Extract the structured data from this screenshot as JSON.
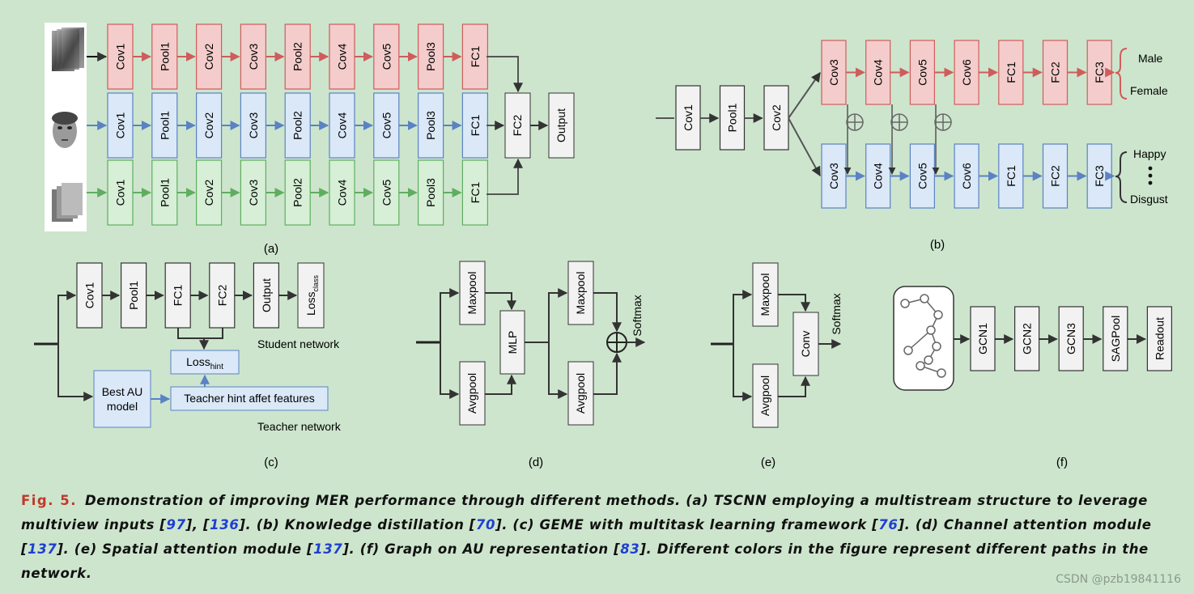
{
  "colors": {
    "red": "#f4cccc",
    "red_line": "#cf5c5c",
    "blue": "#dae8f8",
    "blue_line": "#5b82c4",
    "green": "#d6efd6",
    "green_line": "#5fae5f",
    "gray": "#f2f2f2",
    "dark": "#333333"
  },
  "panels": {
    "a": {
      "label": "(a)",
      "red_row": [
        "Cov1",
        "Pool1",
        "Cov2",
        "Cov3",
        "Pool2",
        "Cov4",
        "Cov5",
        "Pool3",
        "FC1"
      ],
      "blue_row": [
        "Cov1",
        "Pool1",
        "Cov2",
        "Cov3",
        "Pool2",
        "Cov4",
        "Cov5",
        "Pool3",
        "FC1"
      ],
      "green_row": [
        "Cov1",
        "Pool1",
        "Cov2",
        "Cov3",
        "Pool2",
        "Cov4",
        "Cov5",
        "Pool3",
        "FC1"
      ],
      "merge": "FC2",
      "output": "Output"
    },
    "b": {
      "label": "(b)",
      "shared": [
        "Cov1",
        "Pool1",
        "Cov2"
      ],
      "red_row": [
        "Cov3",
        "Cov4",
        "Cov5",
        "Cov6",
        "FC1",
        "FC2",
        "FC3"
      ],
      "blue_row": [
        "Cov3",
        "Cov4",
        "Cov5",
        "Cov6",
        "FC1",
        "FC2",
        "FC3"
      ],
      "gender_top": "Male",
      "gender_bottom": "Female",
      "emotion_top": "Happy",
      "emotion_bottom": "Disgust"
    },
    "c": {
      "label": "(c)",
      "row": [
        "Cov1",
        "Pool1",
        "FC1",
        "FC2",
        "Output"
      ],
      "loss_class": "Loss",
      "loss_class_sub": "class",
      "loss_hint": "Loss",
      "loss_hint_sub": "hint",
      "best_au_line1": "Best AU",
      "best_au_line2": "model",
      "teacher_features": "Teacher hint affet features",
      "student_network": "Student network",
      "teacher_network": "Teacher network"
    },
    "d": {
      "label": "(d)",
      "maxpool": "Maxpool",
      "avgpool": "Avgpool",
      "mlp": "MLP",
      "maxpool2": "Maxpool",
      "avgpool2": "Avgpool",
      "softmax": "Softmax"
    },
    "e": {
      "label": "(e)",
      "maxpool": "Maxpool",
      "avgpool": "Avgpool",
      "conv": "Conv",
      "softmax": "Softmax"
    },
    "f": {
      "label": "(f)",
      "row": [
        "GCN1",
        "GCN2",
        "GCN3",
        "SAGPool",
        "Readout"
      ]
    }
  },
  "caption": {
    "fig_label": "Fig. 5.",
    "p1": "Demonstration of improving MER performance through different methods. (a) TSCNN employing a multistream structure to leverage multiview inputs [",
    "r1": "97",
    "p2": "], [",
    "r2": "136",
    "p3": "]. (b) Knowledge distillation [",
    "r3": "70",
    "p4": "]. (c) GEME with multitask learning framework [",
    "r4": "76",
    "p5": "]. (d) Channel attention module [",
    "r5": "137",
    "p6": "]. (e) Spatial attention module [",
    "r6": "137",
    "p7": "]. (f) Graph on AU representation [",
    "r7": "83",
    "p8": "]. Different colors in the figure represent different paths in the network."
  },
  "watermark": "CSDN @pzb19841116"
}
